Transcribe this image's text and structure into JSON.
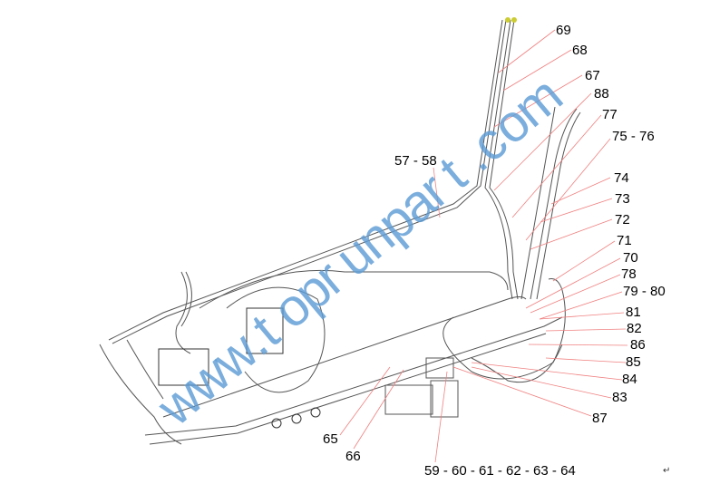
{
  "diagram": {
    "watermark": "www.toprunpart.com",
    "return_mark": "↵",
    "labels": {
      "l69": "69",
      "l68": "68",
      "l67": "67",
      "l88": "88",
      "l77": "77",
      "l75_76": "75 - 76",
      "l57_58": "57 - 58",
      "l74": "74",
      "l73": "73",
      "l72": "72",
      "l71": "71",
      "l70": "70",
      "l78": "78",
      "l79_80": "79 - 80",
      "l81": "81",
      "l82": "82",
      "l86": "86",
      "l85": "85",
      "l84": "84",
      "l83": "83",
      "l87": "87",
      "l65": "65",
      "l66": "66",
      "l59_64": "59 - 60 - 61 - 62 - 63 - 64"
    },
    "colors": {
      "leader": "#f08080",
      "hose": "#555555",
      "watermark": "#5b9bd5"
    }
  }
}
